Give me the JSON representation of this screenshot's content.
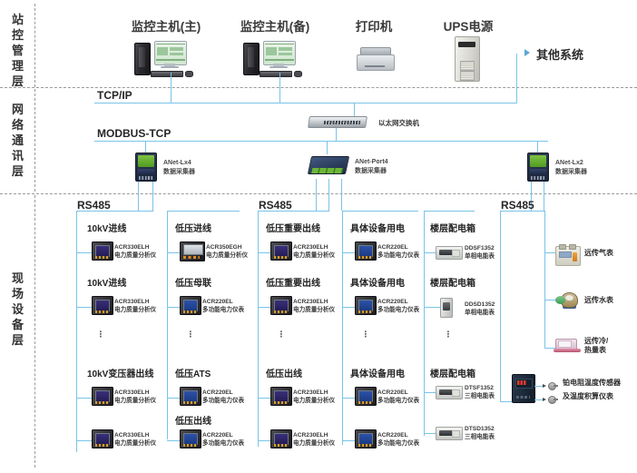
{
  "layers": [
    {
      "id": "station",
      "name": "站控管理层",
      "chars": [
        "站",
        "控",
        "管",
        "理",
        "层"
      ]
    },
    {
      "id": "network",
      "name": "网络通讯层",
      "chars": [
        "网",
        "络",
        "通",
        "讯",
        "层"
      ]
    },
    {
      "id": "field",
      "name": "现场设备层",
      "chars": [
        "现",
        "场",
        "设",
        "备",
        "层"
      ]
    }
  ],
  "station_layer": {
    "nodes": [
      {
        "id": "host-main",
        "label": "监控主机(主)",
        "icon": "desktop-computer-icon"
      },
      {
        "id": "host-backup",
        "label": "监控主机(备)",
        "icon": "desktop-computer-icon"
      },
      {
        "id": "printer",
        "label": "打印机",
        "icon": "printer-icon"
      },
      {
        "id": "ups",
        "label": "UPS电源",
        "icon": "ups-power-icon"
      }
    ],
    "other_system": {
      "label": "其他系统",
      "icon": "arrow-right-icon"
    },
    "bus_label": "TCP/IP"
  },
  "network_layer": {
    "bus_label": "MODBUS-TCP",
    "switch": {
      "label": "以太网交换机",
      "icon": "ethernet-switch-icon"
    },
    "collectors": [
      {
        "id": "anet-lx4",
        "model": "ANet-Lx4",
        "desc": "数据采集器",
        "icon": "data-collector-green-icon"
      },
      {
        "id": "anet-port4",
        "model": "ANet-Port4",
        "desc": "数据采集器",
        "icon": "data-collector-blue-icon"
      },
      {
        "id": "anet-lx2",
        "model": "ANet-Lx2",
        "desc": "数据采集器",
        "icon": "data-collector-green-icon"
      }
    ]
  },
  "field_layer": {
    "bus_labels": [
      "RS485",
      "RS485",
      "RS485"
    ],
    "columns": [
      {
        "id": "col-1",
        "groups": [
          {
            "title": "10kV进线",
            "model": "ACR330ELH",
            "desc": "电力质量分析仪",
            "icon": "panel-meter-icon"
          },
          {
            "title": "10kV进线",
            "model": "ACR330ELH",
            "desc": "电力质量分析仪",
            "icon": "panel-meter-icon"
          },
          {
            "title": "10kV变压器出线",
            "model": "ACR330ELH",
            "desc": "电力质量分析仪",
            "icon": "panel-meter-icon"
          },
          {
            "title": "",
            "model": "ACR330ELH",
            "desc": "电力质量分析仪",
            "icon": "panel-meter-icon"
          }
        ]
      },
      {
        "id": "col-2",
        "groups": [
          {
            "title": "低压进线",
            "model": "ACR350EGH",
            "desc": "电力质量分析仪",
            "icon": "wide-meter-icon"
          },
          {
            "title": "低压母联",
            "model": "ACR220EL",
            "desc": "多功能电力仪表",
            "icon": "panel-meter-icon"
          },
          {
            "title": "低压ATS",
            "model": "ACR220EL",
            "desc": "多功能电力仪表",
            "icon": "panel-meter-icon"
          },
          {
            "title": "低压出线",
            "model": "ACR220EL",
            "desc": "多功能电力仪表",
            "icon": "panel-meter-icon"
          }
        ]
      },
      {
        "id": "col-3",
        "groups": [
          {
            "title": "低压重要出线",
            "model": "ACR230ELH",
            "desc": "电力质量分析仪",
            "icon": "panel-meter-icon"
          },
          {
            "title": "低压重要出线",
            "model": "ACR230ELH",
            "desc": "电力质量分析仪",
            "icon": "panel-meter-icon"
          },
          {
            "title": "低压出线",
            "model": "ACR230ELH",
            "desc": "电力质量分析仪",
            "icon": "panel-meter-icon"
          },
          {
            "title": "",
            "model": "ACR230ELH",
            "desc": "电力质量分析仪",
            "icon": "panel-meter-icon"
          }
        ]
      },
      {
        "id": "col-4",
        "groups": [
          {
            "title": "具体设备用电",
            "model": "ACR220EL",
            "desc": "多功能电力仪表",
            "icon": "panel-meter-icon"
          },
          {
            "title": "具体设备用电",
            "model": "ACR220EL",
            "desc": "多功能电力仪表",
            "icon": "panel-meter-icon"
          },
          {
            "title": "具体设备用电",
            "model": "ACR220EL",
            "desc": "多功能电力仪表",
            "icon": "panel-meter-icon"
          },
          {
            "title": "",
            "model": "ACR220EL",
            "desc": "多功能电力仪表",
            "icon": "panel-meter-icon"
          }
        ]
      },
      {
        "id": "col-5",
        "groups": [
          {
            "title": "楼层配电箱",
            "model": "DDSF1352",
            "desc": "单相电能表",
            "icon": "din-rail-meter-icon"
          },
          {
            "title": "楼层配电箱",
            "model": "DDSD1352",
            "desc": "单相电能表",
            "icon": "din-rail-module-icon"
          },
          {
            "title": "楼层配电箱",
            "model": "DTSF1352",
            "desc": "三相电能表",
            "icon": "din-rail-meter-icon"
          },
          {
            "title": "",
            "model": "DTSD1352",
            "desc": "三相电能表",
            "icon": "din-rail-meter-icon"
          }
        ]
      }
    ],
    "right_sensors": [
      {
        "id": "gas",
        "label": "远传气表",
        "icon": "gas-meter-icon"
      },
      {
        "id": "water",
        "label": "远传水表",
        "icon": "water-meter-icon"
      },
      {
        "id": "heat",
        "label": "远传冷/热量表",
        "label_line1": "远传冷/",
        "label_line2": "热量表",
        "icon": "heat-meter-icon"
      }
    ],
    "temperature_unit": {
      "id": "temp-integrator",
      "icon": "temperature-integrator-icon",
      "label_line1": "铂电阻温度传感器",
      "label_line2": "及温度积算仪表"
    },
    "ellipsis": "⋮"
  },
  "colors": {
    "line": "#79c4e8",
    "divider": "#9a9a9a",
    "text": "#262626",
    "background": "#ffffff"
  }
}
